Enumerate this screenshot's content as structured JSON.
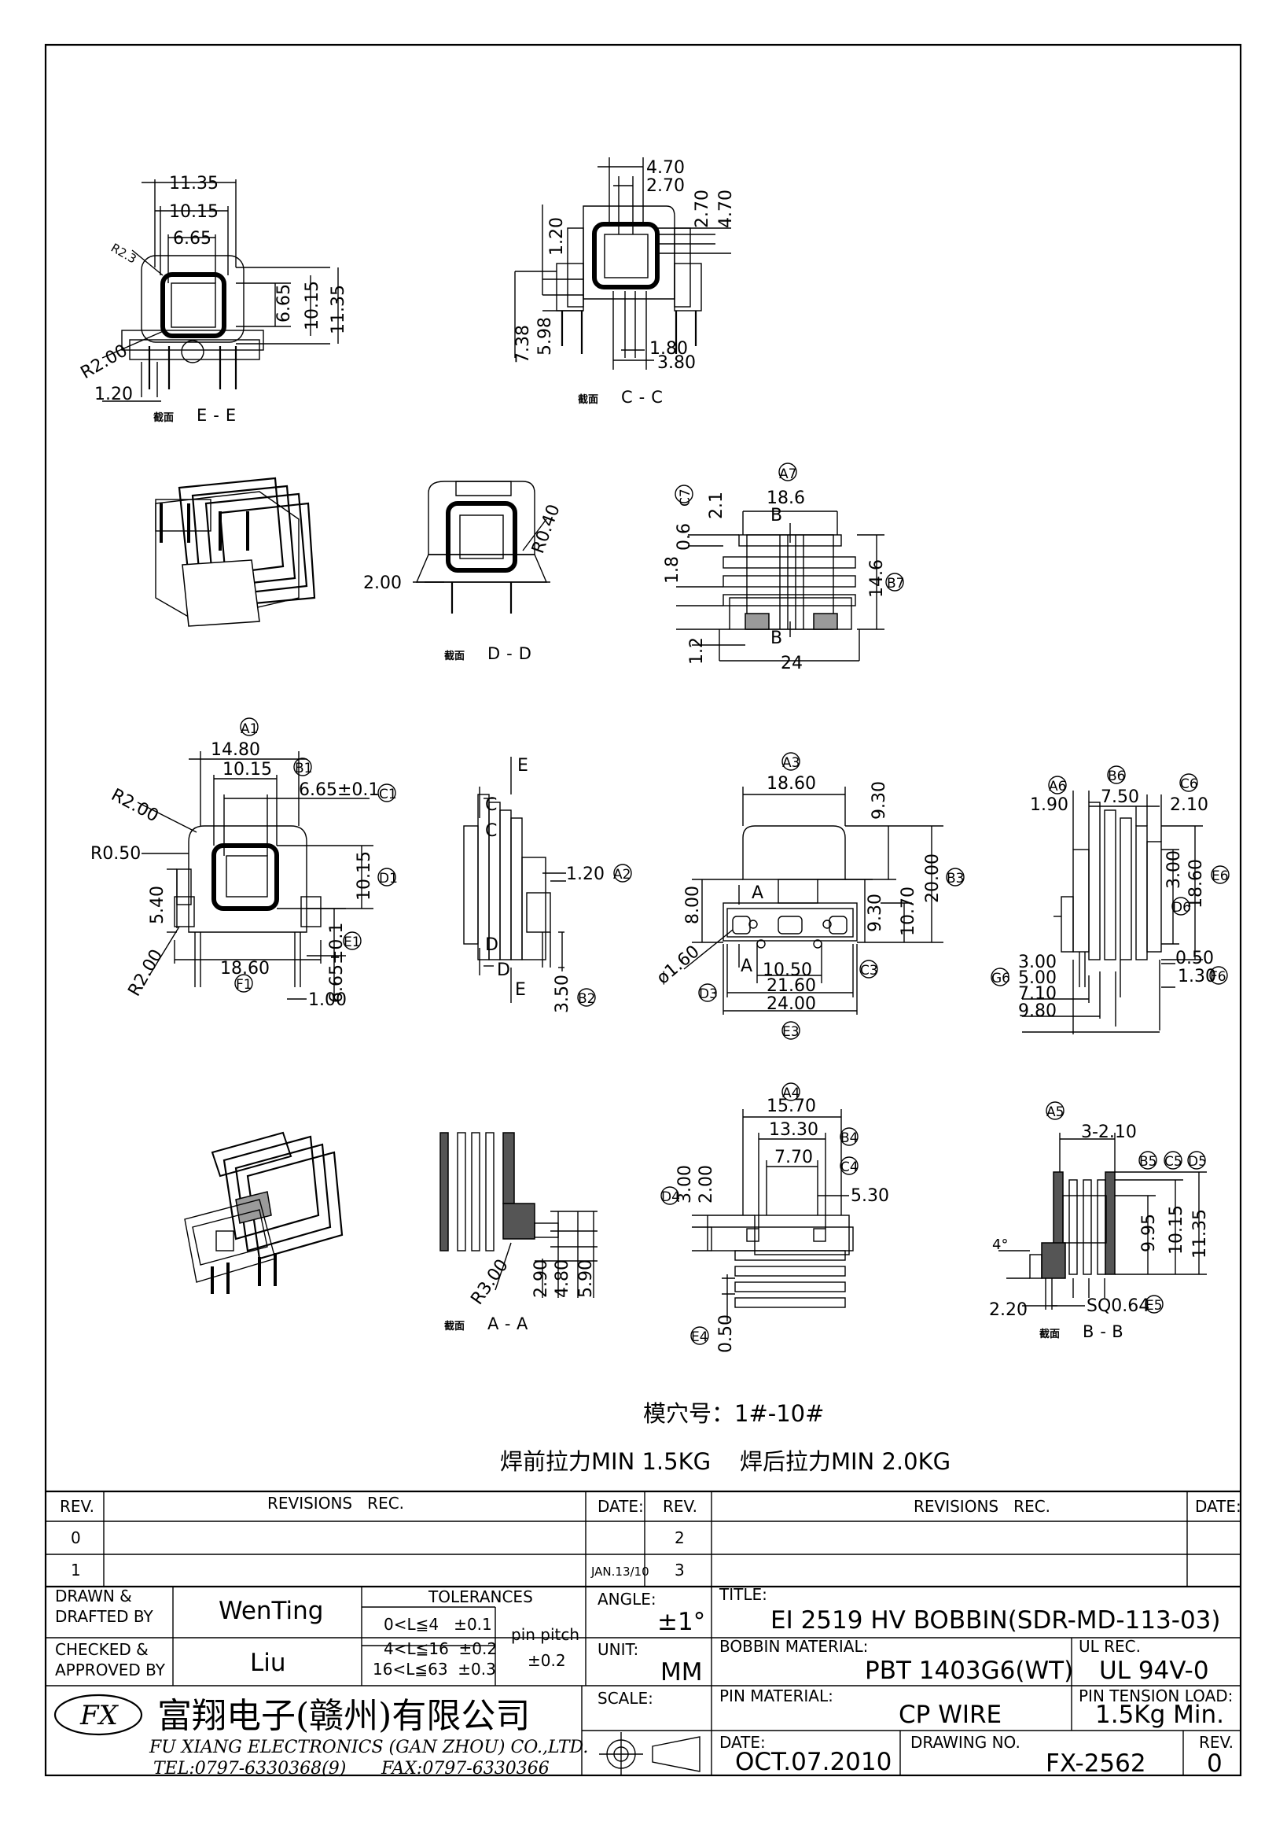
{
  "views": {
    "ee": {
      "caption_cn": "截面",
      "caption": "E-E",
      "dims": [
        "11.35",
        "10.15",
        "6.65",
        "R2.3",
        "6.65",
        "10.15",
        "11.35",
        "R2.00",
        "1.20"
      ]
    },
    "cc": {
      "caption_cn": "截面",
      "caption": "C-C",
      "dims": [
        "4.70",
        "2.70",
        "2.70",
        "4.70",
        "1.20",
        "7.38",
        "5.98",
        "1.80",
        "3.80"
      ]
    },
    "dd": {
      "caption_cn": "截面",
      "caption": "D-D",
      "dims": [
        "2.00",
        "R0.40"
      ]
    },
    "side": {
      "dims": [
        "A7",
        "18.6",
        "B",
        "2.1",
        "C7",
        "0.6",
        "1.8",
        "14.6",
        "B7",
        "B",
        "1.2",
        "24"
      ]
    },
    "front": {
      "dims": [
        "A1",
        "14.80",
        "B1",
        "10.15",
        "6.65±0.1",
        "C1",
        "R2.00",
        "R0.50",
        "10.15",
        "D1",
        "5.40",
        "6.65±0.1",
        "E1",
        "R2.00",
        "18.60",
        "F1",
        "1.00"
      ]
    },
    "sectional": {
      "dims": [
        "E",
        "C",
        "C",
        "1.20",
        "A2",
        "D",
        "D",
        "E",
        "3.50",
        "B2"
      ]
    },
    "top": {
      "dims": [
        "A3",
        "18.60",
        "9.30",
        "20.00",
        "B3",
        "8.00",
        "A",
        "9.30",
        "10.70",
        "ø1.60",
        "A",
        "10.50",
        "C3",
        "21.60",
        "D3",
        "24.00",
        "E3"
      ]
    },
    "right": {
      "dims": [
        "A6",
        "B6",
        "C6",
        "1.90",
        "7.50",
        "2.10",
        "E6",
        "3.00",
        "18.60",
        "D6",
        "3.00",
        "0.50",
        "G6",
        "5.00",
        "1.30",
        "F6",
        "7.10",
        "9.80"
      ]
    },
    "aa": {
      "caption_cn": "截面",
      "caption": "A-A",
      "dims": [
        "R3.00",
        "2.90",
        "4.80",
        "5.90"
      ]
    },
    "bottom": {
      "dims": [
        "A4",
        "15.70",
        "13.30",
        "B4",
        "7.70",
        "C4",
        "D4",
        "3.00",
        "2.00",
        "5.30",
        "E4",
        "0.50"
      ]
    },
    "bb": {
      "caption_cn": "截面",
      "caption": "B-B",
      "dims": [
        "A5",
        "3-2.10",
        "B5",
        "C5",
        "D5",
        "4°",
        "9.95",
        "10.15",
        "11.35",
        "2.20",
        "SQ0.64",
        "E5"
      ]
    }
  },
  "notes": {
    "mold": "模穴号：1#-10#",
    "pull": "焊前拉力MIN 1.5KG    焊后拉力MIN 2.0KG"
  },
  "title_block": {
    "rev_header": "REV.",
    "revisions_header": "REVISIONS   REC.",
    "date_header": "DATE:",
    "rev_left": [
      "0",
      "1"
    ],
    "rev_right": [
      "2",
      "3"
    ],
    "rev1_date": "JAN.13/10",
    "drawn_label": "DRAWN &\nDRAFTED BY",
    "drawn_value": "WenTing",
    "checked_label": "CHECKED &\nAPPROVED BY",
    "checked_value": "Liu",
    "tolerances_label": "TOLERANCES",
    "tol_rows": [
      "0<L≦4   ±0.1",
      "4<L≦16  ±0.2",
      "16<L≦63  ±0.3"
    ],
    "pin_pitch_label": "pin pitch",
    "pin_pitch_value": "±0.2",
    "angle_label": "ANGLE:",
    "angle_value": "±1°",
    "unit_label": "UNIT:",
    "unit_value": "MM",
    "scale_label": "SCALE:",
    "title_label": "TITLE:",
    "title_value": "EI 2519 HV BOBBIN(SDR-MD-113-03)",
    "bobbin_material_label": "BOBBIN MATERIAL:",
    "bobbin_material_value": "PBT 1403G6(WT)",
    "ul_rec_label": "UL REC.",
    "ul_rec_value": "UL 94V-0",
    "pin_material_label": "PIN MATERIAL:",
    "pin_material_value": "CP WIRE",
    "pin_tension_label": "PIN TENSION LOAD:",
    "pin_tension_value": "1.5Kg Min.",
    "date_label": "DATE:",
    "date_value": "OCT.07.2010",
    "drawing_no_label": "DRAWING NO.",
    "drawing_no_value": "FX-2562",
    "rev_label": "REV.",
    "rev_value": "0",
    "logo": "FX",
    "company_cn": "富翔电子(赣州)有限公司",
    "company_en": "FU XIANG ELECTRONICS (GAN ZHOU) CO.,LTD.",
    "tel": "TEL:0797-6330368(9)",
    "fax": "FAX:0797-6330366"
  }
}
